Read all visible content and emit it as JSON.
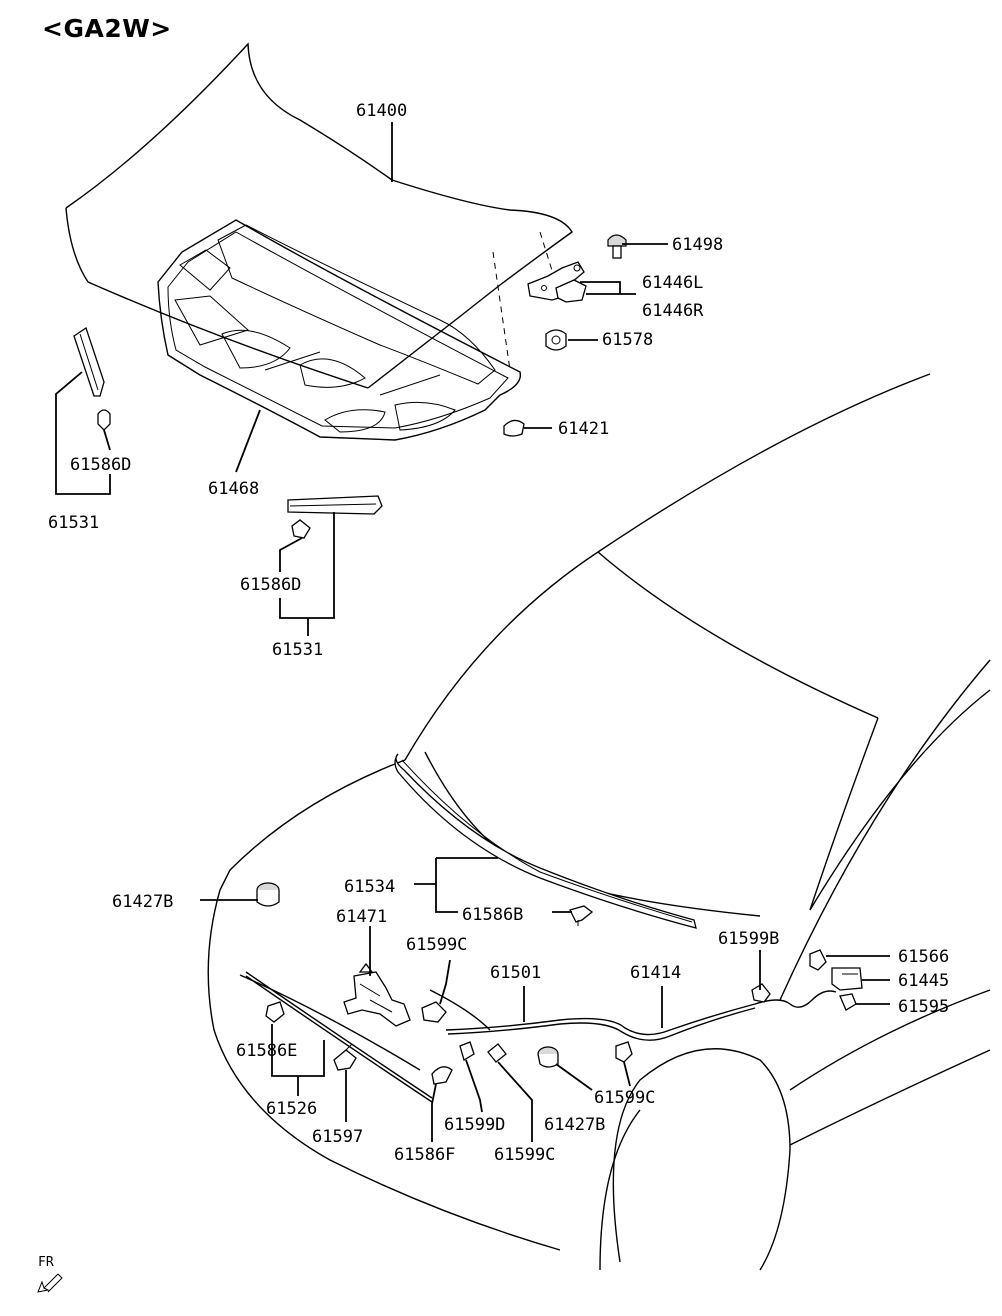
{
  "diagram": {
    "title": "<GA2W>",
    "direction_marker": "FR",
    "labels": [
      {
        "id": "l61400",
        "text": "61400"
      },
      {
        "id": "l61498",
        "text": "61498"
      },
      {
        "id": "l61446L",
        "text": "61446L"
      },
      {
        "id": "l61446R",
        "text": "61446R"
      },
      {
        "id": "l61578",
        "text": "61578"
      },
      {
        "id": "l61421",
        "text": "61421"
      },
      {
        "id": "l61468",
        "text": "61468"
      },
      {
        "id": "l61586D_a",
        "text": "61586D"
      },
      {
        "id": "l61531_a",
        "text": "61531"
      },
      {
        "id": "l61586D_b",
        "text": "61586D"
      },
      {
        "id": "l61531_b",
        "text": "61531"
      },
      {
        "id": "l61534",
        "text": "61534"
      },
      {
        "id": "l61586B",
        "text": "61586B"
      },
      {
        "id": "l61427B_a",
        "text": "61427B"
      },
      {
        "id": "l61471",
        "text": "61471"
      },
      {
        "id": "l61599C_a",
        "text": "61599C"
      },
      {
        "id": "l61501",
        "text": "61501"
      },
      {
        "id": "l61414",
        "text": "61414"
      },
      {
        "id": "l61599B",
        "text": "61599B"
      },
      {
        "id": "l61566",
        "text": "61566"
      },
      {
        "id": "l61445",
        "text": "61445"
      },
      {
        "id": "l61595",
        "text": "61595"
      },
      {
        "id": "l61586E",
        "text": "61586E"
      },
      {
        "id": "l61526",
        "text": "61526"
      },
      {
        "id": "l61597",
        "text": "61597"
      },
      {
        "id": "l61586F",
        "text": "61586F"
      },
      {
        "id": "l61599D",
        "text": "61599D"
      },
      {
        "id": "l61599C_b",
        "text": "61599C"
      },
      {
        "id": "l61427B_b",
        "text": "61427B"
      },
      {
        "id": "l61599C_c",
        "text": "61599C"
      }
    ]
  }
}
